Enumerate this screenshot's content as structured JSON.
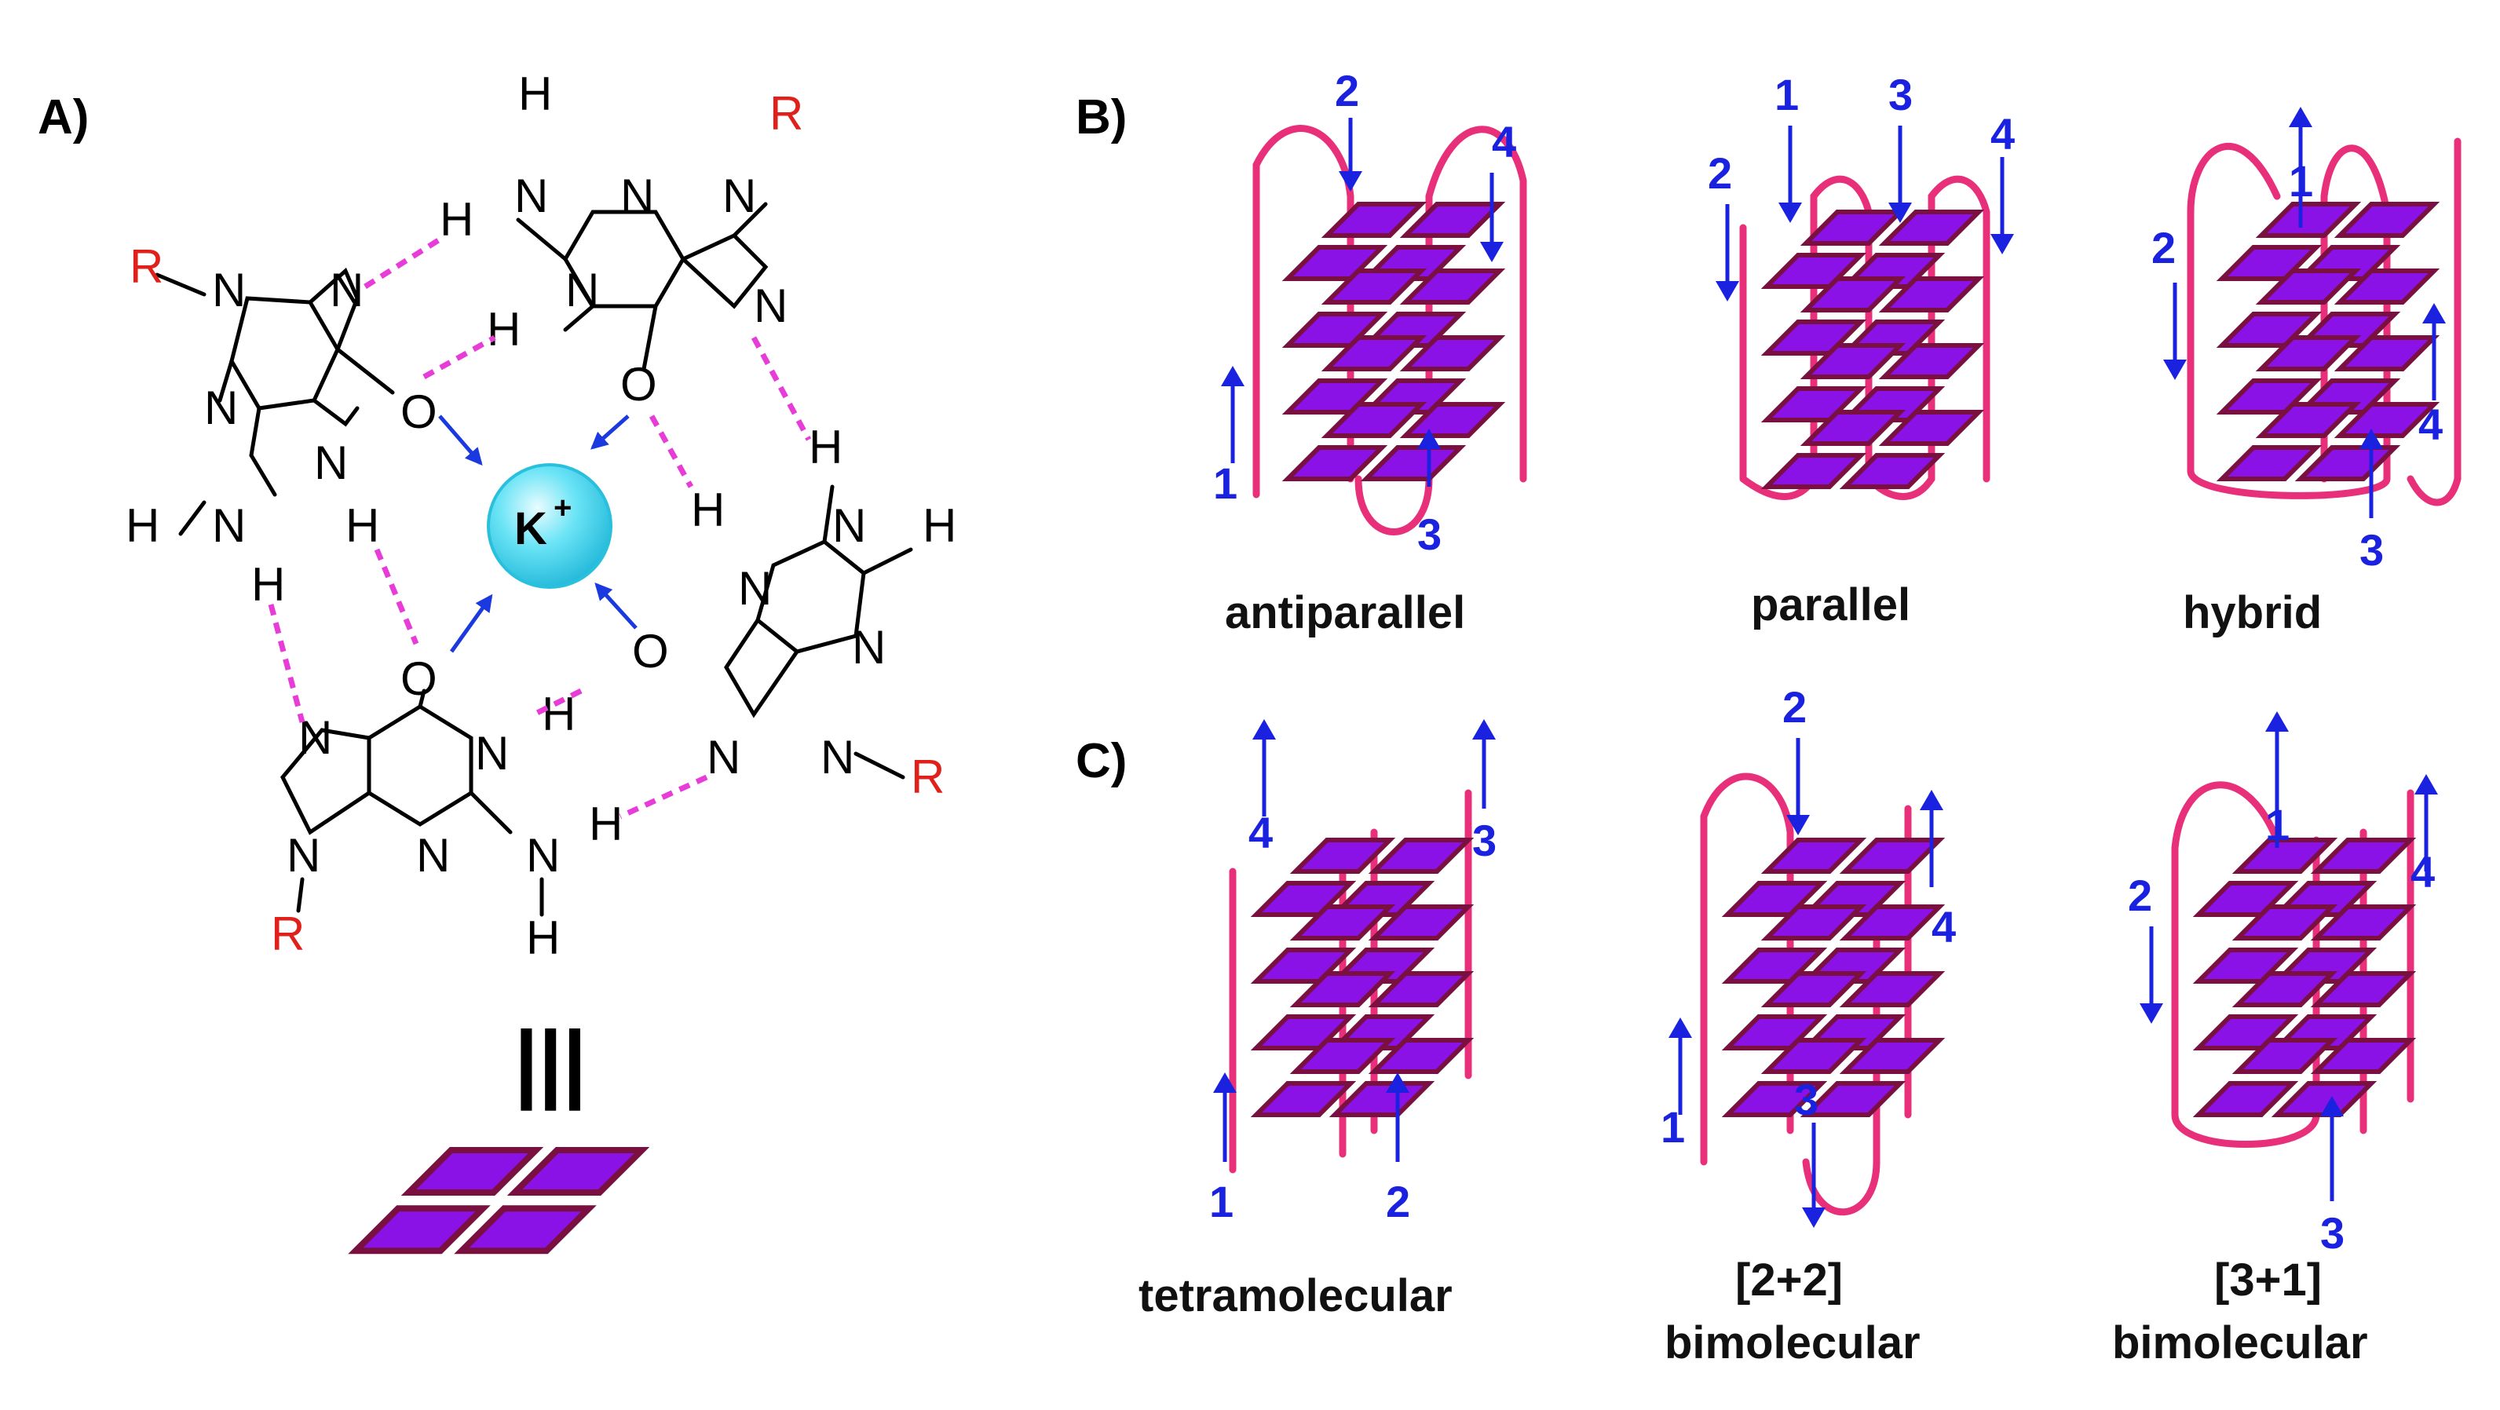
{
  "panels": {
    "a": {
      "label": "A)"
    },
    "b": {
      "label": "B)"
    },
    "c": {
      "label": "C)"
    }
  },
  "atoms": {
    "cation_symbol": "K",
    "cation_charge": "+",
    "r_group": "R",
    "n": "N",
    "h": "H",
    "o": "O",
    "equiv_symbol": "|||"
  },
  "topologies_b": [
    {
      "caption": "antiparallel",
      "strands": [
        "1",
        "2",
        "3",
        "4"
      ]
    },
    {
      "caption": "parallel",
      "strands": [
        "1",
        "2",
        "3",
        "4"
      ]
    },
    {
      "caption": "hybrid",
      "strands": [
        "1",
        "2",
        "3",
        "4"
      ]
    }
  ],
  "topologies_c": [
    {
      "caption": "tetramolecular",
      "strands": [
        "1",
        "2",
        "3",
        "4"
      ]
    },
    {
      "caption_line1": "[2+2]",
      "caption_line2": "bimolecular",
      "strands": [
        "1",
        "2",
        "3",
        "4"
      ]
    },
    {
      "caption_line1": "[3+1]",
      "caption_line2": "bimolecular",
      "strands": [
        "1",
        "2",
        "3",
        "4"
      ]
    }
  ],
  "colors": {
    "tile_fill": "#8a12e6",
    "tile_edge": "#7a1040",
    "strand": "#e8307a",
    "arrow_label": "#1a22e0",
    "hbond": "#e83cd8",
    "cation": "#39d6ef",
    "r_group": "#e0201a"
  }
}
